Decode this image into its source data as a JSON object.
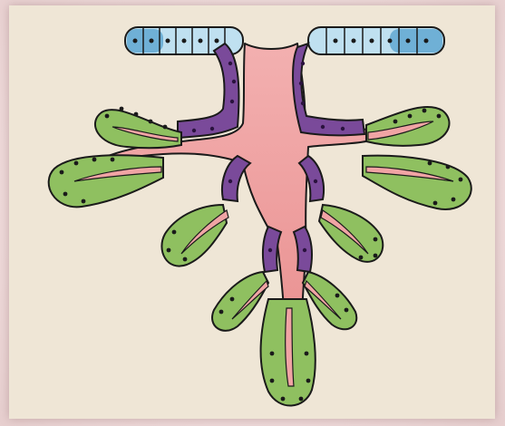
{
  "figure": {
    "kind": "exocrine gland schematic",
    "colors": {
      "background_outer": "#f3e3e3",
      "panel": "#efe6d6",
      "lumen": "#f0a4a4",
      "surface_cell": "#bfe0f0",
      "surface_cell_dark": "#6fb0d6",
      "duct_cell": "#7a4a9a",
      "duct_cell_dark": "#4e2a6e",
      "secretory_cell": "#8fc060",
      "secretory_cell_dark": "#4f8a2e",
      "outline": "#1a1a1a",
      "nucleus": "#222222"
    },
    "regions": [
      "surface-epithelium",
      "duct",
      "lumen",
      "secretory-acini"
    ]
  }
}
